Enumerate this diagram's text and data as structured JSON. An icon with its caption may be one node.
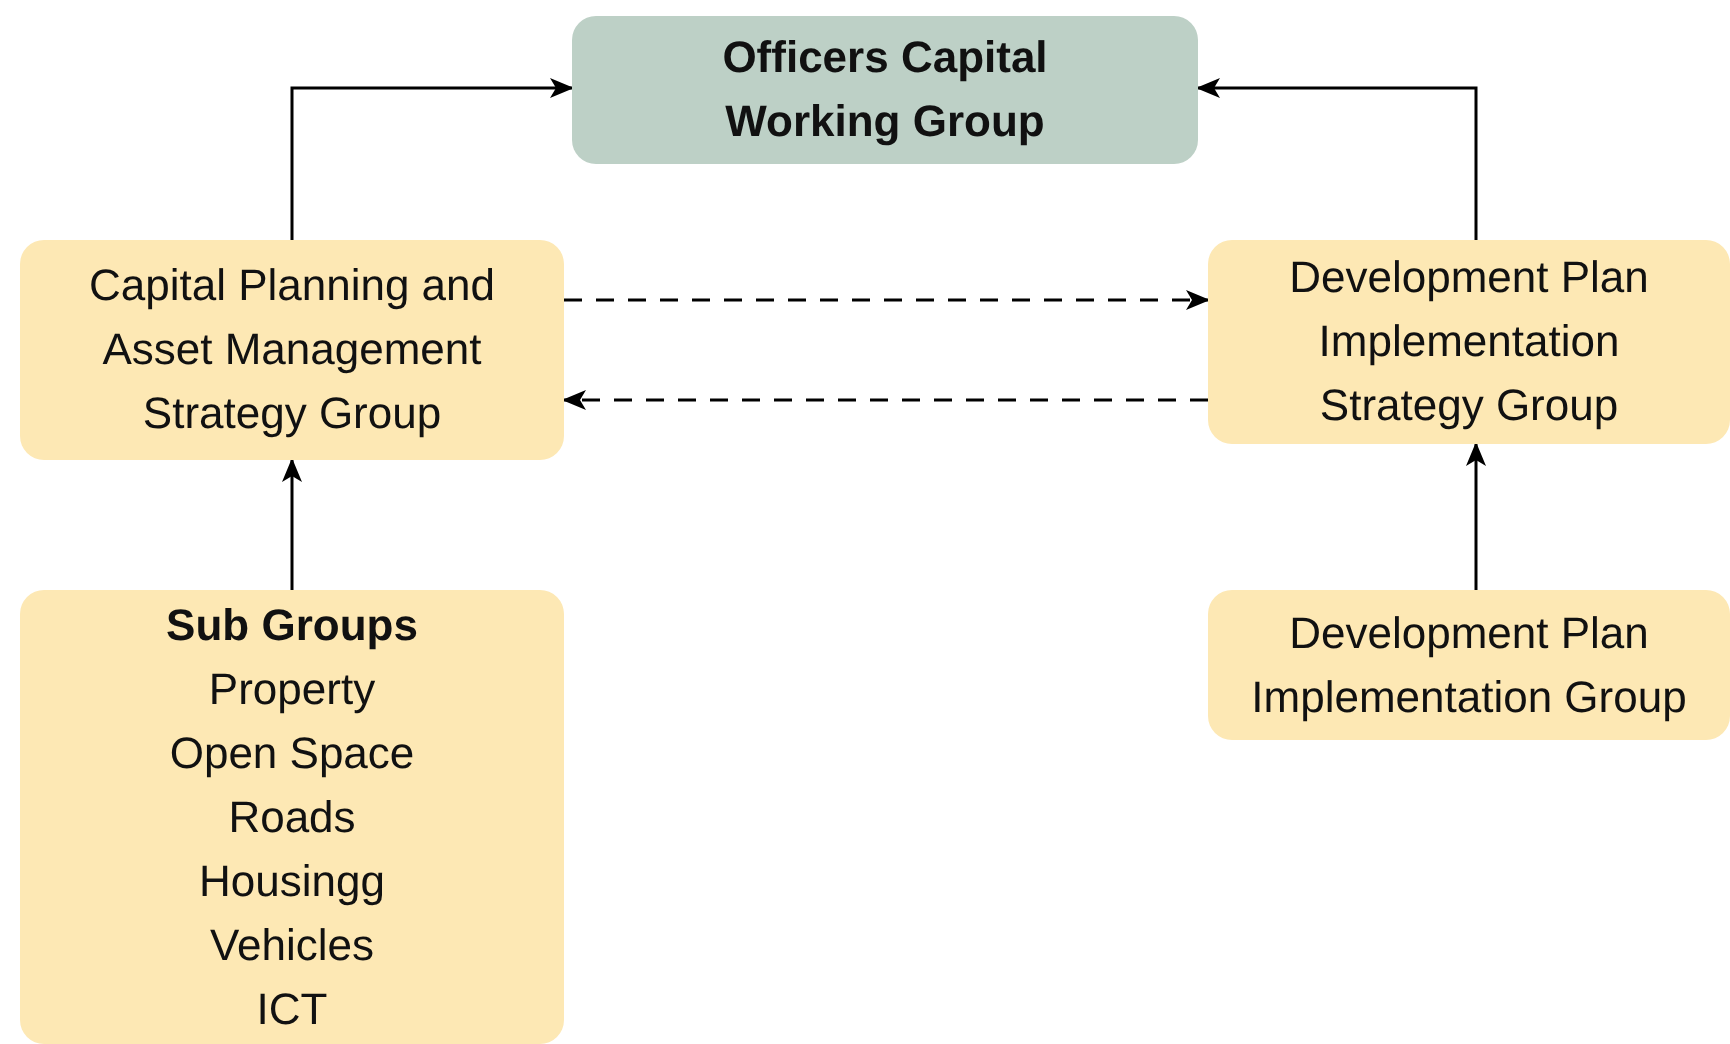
{
  "diagram": {
    "nodes": [
      {
        "text": [
          "Officers Capital Working Group"
        ]
      },
      {
        "text": [
          "Capital Planning and Asset Management Strategy Group"
        ]
      },
      {
        "text": [
          "Development Plan Implementation Strategy Group"
        ]
      },
      {
        "text": [
          "Sub Groups",
          "Property",
          "Open Space",
          "Roads",
          "Housingg",
          "Vehicles",
          "ICT"
        ]
      },
      {
        "text": [
          "Development Plan Implementation Group"
        ]
      }
    ],
    "edges": [
      {
        "from": 1,
        "to": 0,
        "arrow": "to"
      },
      {
        "from": 2,
        "to": 0,
        "arrow": "to"
      },
      {
        "from": 1,
        "to": 2,
        "arrow": "to",
        "style": "dashed"
      },
      {
        "from": 2,
        "to": 1,
        "arrow": "to",
        "style": "dashed"
      },
      {
        "from": 3,
        "to": 1,
        "arrow": "to"
      },
      {
        "from": 4,
        "to": 2,
        "arrow": "to"
      }
    ]
  }
}
